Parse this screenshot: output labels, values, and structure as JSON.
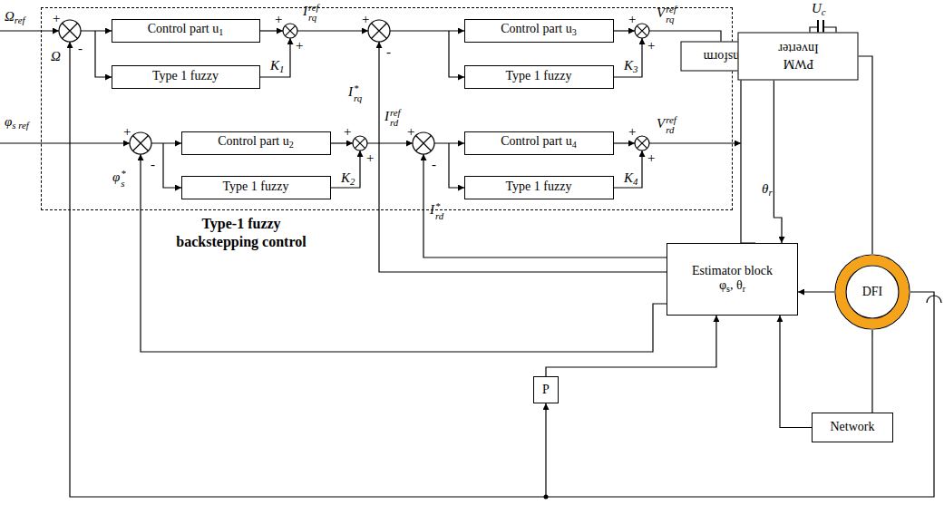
{
  "diagram": {
    "nodes": [
      {
        "text": [
          "Type-1 fuzzy backstepping control"
        ]
      },
      {
        "text": [
          "Control part u1"
        ],
        "in": 0
      },
      {
        "text": [
          "Type 1 fuzzy"
        ],
        "in": 0
      },
      {
        "text": [
          "Control part u3"
        ],
        "in": 0
      },
      {
        "text": [
          "Type 1 fuzzy"
        ],
        "in": 0
      },
      {
        "text": [
          "Control part u2"
        ],
        "in": 0
      },
      {
        "text": [
          "Type 1 fuzzy"
        ],
        "in": 0
      },
      {
        "text": [
          "Control part u4"
        ],
        "in": 0
      },
      {
        "text": [
          "Type 1 fuzzy"
        ],
        "in": 0
      },
      {
        "text": [
          "Park transform"
        ]
      },
      {
        "text": [
          "PWM Inverter"
        ]
      },
      {
        "text": [
          "DFI"
        ]
      },
      {
        "text": [
          "Estimator block",
          "φs, θr"
        ]
      },
      {
        "text": [
          "P"
        ]
      },
      {
        "text": [
          "Network"
        ]
      }
    ],
    "edges": [
      {
        "from": 9,
        "to": 10,
        "arrow": "to"
      },
      {
        "from": 9,
        "to": 10,
        "arrow": "to"
      },
      {
        "from": 9,
        "to": 10,
        "arrow": "to"
      },
      {
        "from": 10,
        "to": 11,
        "arrow": "none"
      },
      {
        "from": 10,
        "to": 12,
        "arrow": "to"
      },
      {
        "from": 12,
        "to": 9,
        "arrow": "to"
      },
      {
        "from": 11,
        "to": 12,
        "arrow": "to"
      },
      {
        "from": 14,
        "to": 11,
        "arrow": "none"
      },
      {
        "from": 14,
        "to": 12,
        "arrow": "to"
      },
      {
        "from": 11,
        "to": 13,
        "arrow": "to"
      },
      {
        "from": 13,
        "to": 12,
        "arrow": "to"
      }
    ],
    "labels": [
      "Ωref",
      "+",
      "Ω",
      "-",
      "+",
      "+",
      "Irqref",
      "K1",
      "+",
      "-",
      "Irq*",
      "+",
      "+",
      "K3",
      "Vrqref",
      "φs ref",
      "+",
      "-",
      "φs*",
      "+",
      "+",
      "K2",
      "Irdref",
      "+",
      "-",
      "Ird*",
      "+",
      "+",
      "K4",
      "Vrdref",
      "θr",
      "Uc"
    ]
  }
}
